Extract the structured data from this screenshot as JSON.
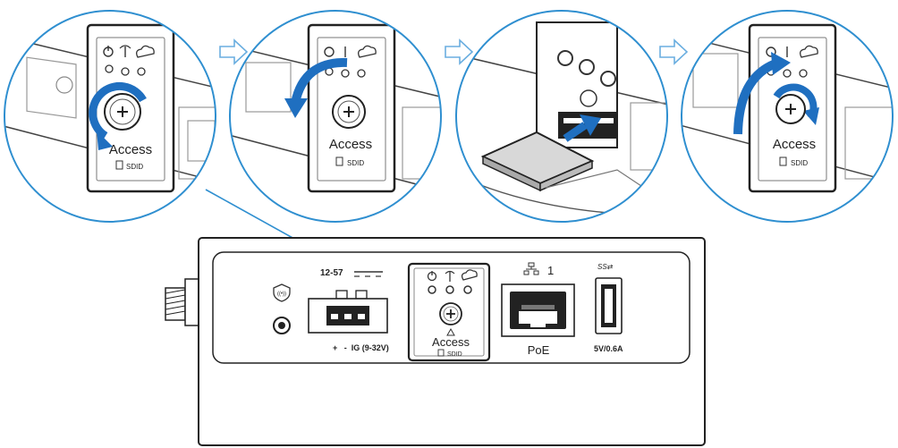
{
  "colors": {
    "accent_blue": "#1f6fc0",
    "callout_blue": "#2f8fd0",
    "line_dark": "#2a2a2a",
    "line_gray": "#9a9a9a"
  },
  "steps": [
    {
      "label_main": "Access",
      "label_card": "SDID"
    },
    {
      "label_main": "Access",
      "label_card": "SDID"
    },
    {
      "label_main": "",
      "label_card": ""
    },
    {
      "label_main": "Access",
      "label_card": "SDID"
    }
  ],
  "device": {
    "power_label": "12-57",
    "terminal_labels": "+   -  IG (9-32V)",
    "access_panel": {
      "label_main": "Access",
      "label_card": "SDID"
    },
    "ethernet_port_number": "1",
    "poe_label": "PoE",
    "usb_rating": "5V/0.6A",
    "usb_logo": "SS⇄"
  },
  "icons": [
    "power-icon",
    "wireless-icon",
    "cloud-icon",
    "shield-icon",
    "ethernet-icon",
    "usb-ss-icon",
    "screw-icon",
    "arrow-right-icon",
    "rotate-arrow-icon",
    "sd-card-icon"
  ]
}
